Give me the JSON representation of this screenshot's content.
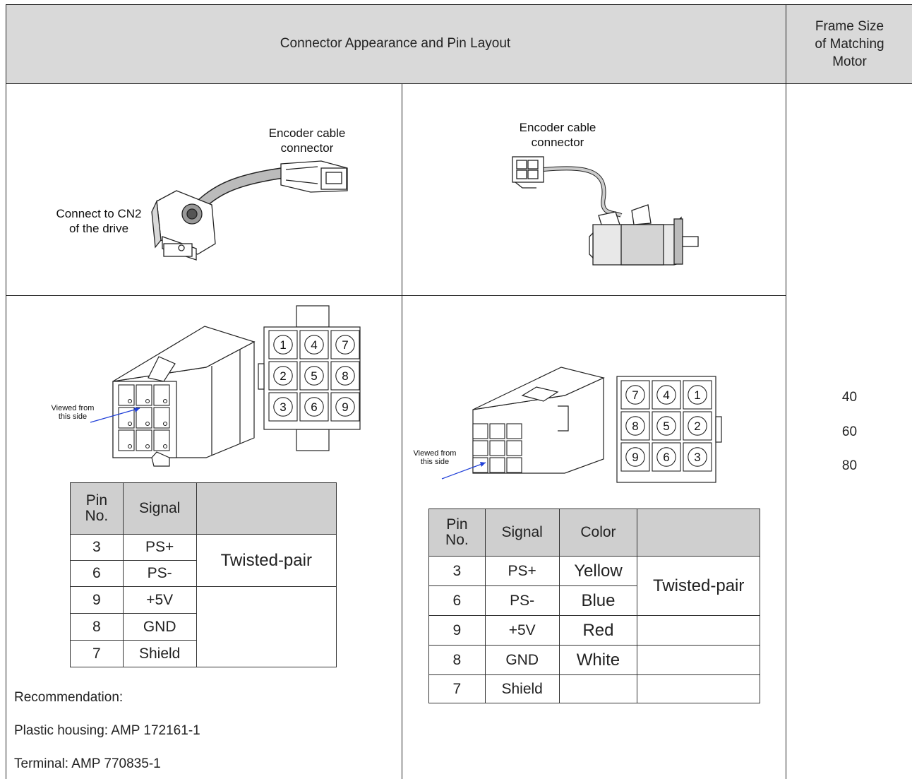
{
  "header": {
    "main_title": "Connector Appearance and Pin Layout",
    "frame_title": "Frame Size\nof Matching\nMotor"
  },
  "left_photo": {
    "encoder_label": "Encoder cable\nconnector",
    "cn2_label": "Connect to CN2\nof the drive"
  },
  "right_photo": {
    "encoder_label": "Encoder cable\nconnector"
  },
  "left_pinout": {
    "viewed_label": "Viewed from\nthis side",
    "pins": [
      [
        "1",
        "4",
        "7"
      ],
      [
        "2",
        "5",
        "8"
      ],
      [
        "3",
        "6",
        "9"
      ]
    ]
  },
  "right_pinout": {
    "viewed_label": "Viewed from\nthis side",
    "pins": [
      [
        "7",
        "4",
        "1"
      ],
      [
        "8",
        "5",
        "2"
      ],
      [
        "9",
        "6",
        "3"
      ]
    ]
  },
  "left_table": {
    "headers": [
      "Pin\nNo.",
      "Signal",
      ""
    ],
    "rows": [
      {
        "pin": "3",
        "signal": "PS+"
      },
      {
        "pin": "6",
        "signal": "PS-"
      },
      {
        "pin": "9",
        "signal": "+5V"
      },
      {
        "pin": "8",
        "signal": "GND"
      },
      {
        "pin": "7",
        "signal": "Shield"
      }
    ],
    "pair_note": "Twisted-pair"
  },
  "right_table": {
    "headers": [
      "Pin\nNo.",
      "Signal",
      "Color",
      ""
    ],
    "rows": [
      {
        "pin": "3",
        "signal": "PS+",
        "color": "Yellow"
      },
      {
        "pin": "6",
        "signal": "PS-",
        "color": "Blue"
      },
      {
        "pin": "9",
        "signal": "+5V",
        "color": "Red"
      },
      {
        "pin": "8",
        "signal": "GND",
        "color": "White"
      },
      {
        "pin": "7",
        "signal": "Shield",
        "color": ""
      }
    ],
    "pair_note": "Twisted-pair"
  },
  "frame_sizes": [
    "40",
    "60",
    "80"
  ],
  "recommendation": {
    "title": "Recommendation:",
    "housing": "Plastic housing: AMP 172161-1",
    "terminal": "Terminal: AMP 770835-1"
  },
  "colors": {
    "header_bg": "#d9d9d9",
    "border": "#222222",
    "arrow": "#1f3fd8"
  }
}
